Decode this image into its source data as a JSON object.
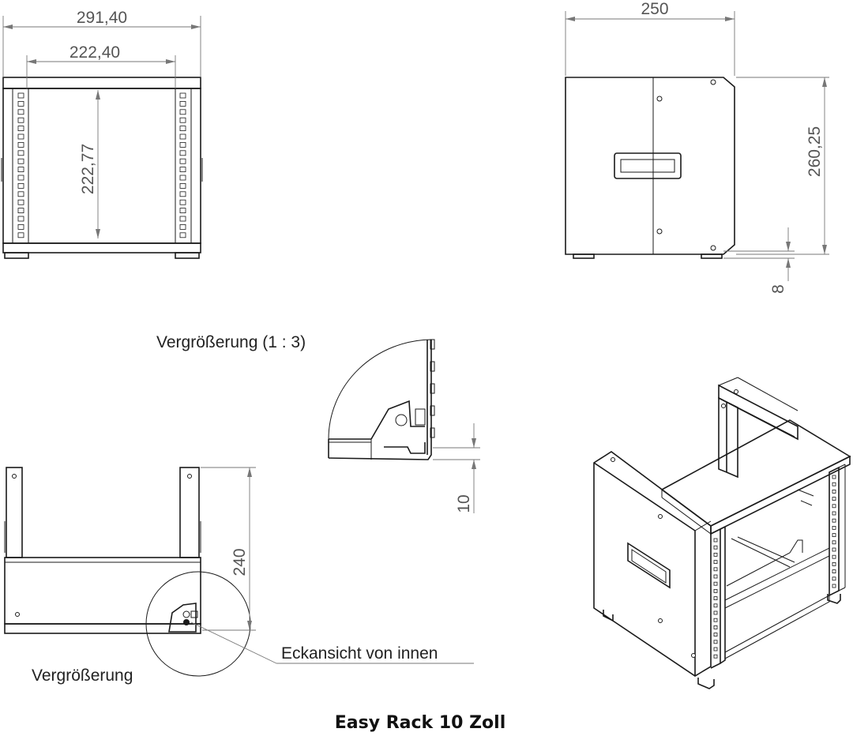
{
  "dimensions": {
    "front_width_outer": "291,40",
    "front_width_inner": "222,40",
    "front_height_inner": "222,77",
    "side_depth": "250",
    "side_height": "260,25",
    "foot_height": "8",
    "detail_offset": "10",
    "top_view_height": "240"
  },
  "labels": {
    "zoom_scaled": "Vergrößerung (1 : 3)",
    "zoom": "Vergrößerung",
    "corner_inside": "Eckansicht von innen"
  },
  "title": "Easy Rack 10 Zoll"
}
